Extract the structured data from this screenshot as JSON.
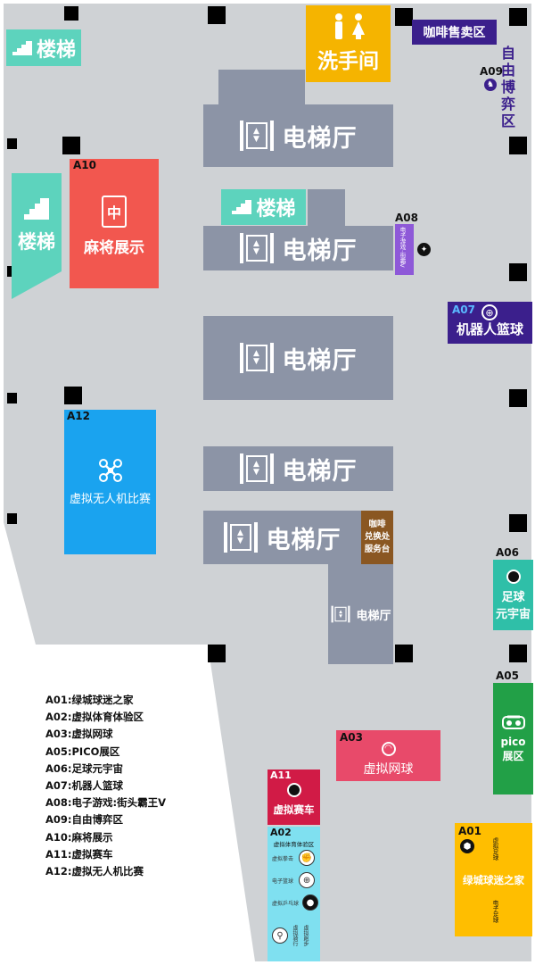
{
  "colors": {
    "floor": "#cfd2d5",
    "elevator": "#8c94a6",
    "stairs": "#5dd3bd",
    "restroom": "#f5b400",
    "coffee_sale": "#3b1f8c",
    "a10": "#f2574f",
    "a12": "#1aa3ef",
    "a07": "#3b1f8c",
    "a08": "#8e59d8",
    "a06": "#2fbfa8",
    "a05": "#22a047",
    "a03": "#e84a6a",
    "a11": "#d11b46",
    "a02": "#7fe0f0",
    "a01": "#ffbe00",
    "service": "#8a5722"
  },
  "labels": {
    "stairs": "楼梯",
    "restroom": "洗手间",
    "elevator_hall": "电梯厅",
    "coffee_sale": "咖啡售卖区",
    "free_chess": "自由博弈区",
    "service_line1": "咖啡",
    "service_line2": "兑换处",
    "service_line3": "服务台"
  },
  "zones": {
    "a01": {
      "code": "A01",
      "name": "绿城球迷之家",
      "sub1": "虚拟足球",
      "sub2": "电子足球"
    },
    "a02": {
      "code": "A02",
      "name": "虚拟体育体验区",
      "items": [
        "虚拟拳击",
        "电子篮球",
        "虚拟乒乓球",
        "虚拟骑行",
        "虚拟跑步"
      ]
    },
    "a03": {
      "code": "A03",
      "name": "虚拟网球"
    },
    "a05": {
      "code": "A05",
      "name_line1": "pico",
      "name_line2": "展区"
    },
    "a06": {
      "code": "A06",
      "name_line1": "足球",
      "name_line2": "元宇宙"
    },
    "a07": {
      "code": "A07",
      "name": "机器人篮球"
    },
    "a08": {
      "code": "A08",
      "name": "电子游戏·街霸V"
    },
    "a09": {
      "code": "A09"
    },
    "a10": {
      "code": "A10",
      "name": "麻将展示",
      "tile": "中"
    },
    "a11": {
      "code": "A11",
      "name": "虚拟赛车"
    },
    "a12": {
      "code": "A12",
      "name": "虚拟无人机比赛"
    }
  },
  "legend": [
    "A01:绿城球迷之家",
    "A02:虚拟体育体验区",
    "A03:虚拟网球",
    "A05:PICO展区",
    "A06:足球元宇宙",
    "A07:机器人篮球",
    "A08:电子游戏:街头霸王Ⅴ",
    "A09:自由博弈区",
    "A10:麻将展示",
    "A11:虚拟赛车",
    "A12:虚拟无人机比赛"
  ]
}
